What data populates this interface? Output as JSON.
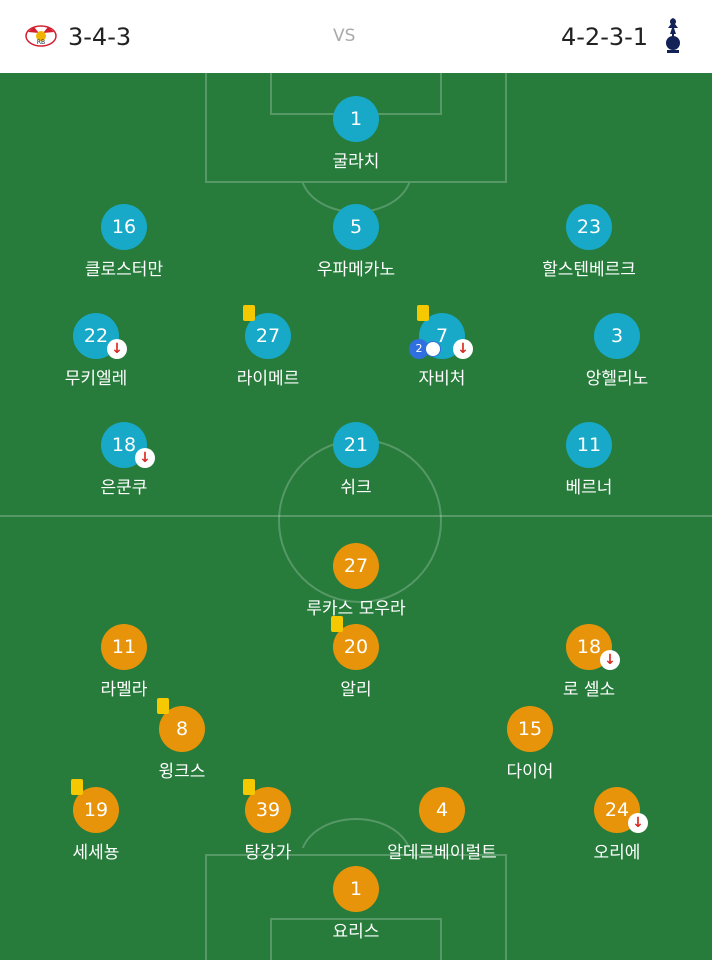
{
  "header": {
    "home_formation": "3-4-3",
    "vs": "VS",
    "away_formation": "4-2-3-1",
    "home_logo": "rb-leipzig-logo",
    "away_logo": "tottenham-cockerel-logo"
  },
  "colors": {
    "pitch": "#277c3c",
    "home": "#17a9c7",
    "away": "#e8940a",
    "yellow_card": "#f5c800",
    "sub_arrow": "#d9281e"
  },
  "home_players": [
    {
      "number": "1",
      "name": "굴라치",
      "yellow": false,
      "sub": false,
      "goals": ""
    },
    {
      "number": "16",
      "name": "클로스터만",
      "yellow": false,
      "sub": false,
      "goals": ""
    },
    {
      "number": "5",
      "name": "우파메카노",
      "yellow": false,
      "sub": false,
      "goals": ""
    },
    {
      "number": "23",
      "name": "할스텐베르크",
      "yellow": false,
      "sub": false,
      "goals": ""
    },
    {
      "number": "22",
      "name": "무키엘레",
      "yellow": false,
      "sub": true,
      "goals": ""
    },
    {
      "number": "27",
      "name": "라이메르",
      "yellow": true,
      "sub": false,
      "goals": ""
    },
    {
      "number": "7",
      "name": "자비처",
      "yellow": true,
      "sub": true,
      "goals": "2"
    },
    {
      "number": "3",
      "name": "앙헬리노",
      "yellow": false,
      "sub": false,
      "goals": ""
    },
    {
      "number": "18",
      "name": "은쿤쿠",
      "yellow": false,
      "sub": true,
      "goals": ""
    },
    {
      "number": "21",
      "name": "쉬크",
      "yellow": false,
      "sub": false,
      "goals": ""
    },
    {
      "number": "11",
      "name": "베르너",
      "yellow": false,
      "sub": false,
      "goals": ""
    }
  ],
  "away_players": [
    {
      "number": "27",
      "name": "루카스 모우라",
      "yellow": false,
      "sub": false,
      "goals": ""
    },
    {
      "number": "11",
      "name": "라멜라",
      "yellow": false,
      "sub": false,
      "goals": ""
    },
    {
      "number": "20",
      "name": "알리",
      "yellow": true,
      "sub": false,
      "goals": ""
    },
    {
      "number": "18",
      "name": "로 셀소",
      "yellow": false,
      "sub": true,
      "goals": ""
    },
    {
      "number": "8",
      "name": "윙크스",
      "yellow": true,
      "sub": false,
      "goals": ""
    },
    {
      "number": "15",
      "name": "다이어",
      "yellow": false,
      "sub": false,
      "goals": ""
    },
    {
      "number": "19",
      "name": "세세뇽",
      "yellow": true,
      "sub": false,
      "goals": ""
    },
    {
      "number": "39",
      "name": "탕강가",
      "yellow": true,
      "sub": false,
      "goals": ""
    },
    {
      "number": "4",
      "name": "알데르베이럴트",
      "yellow": false,
      "sub": false,
      "goals": ""
    },
    {
      "number": "24",
      "name": "오리에",
      "yellow": false,
      "sub": true,
      "goals": ""
    },
    {
      "number": "1",
      "name": "요리스",
      "yellow": false,
      "sub": false,
      "goals": ""
    }
  ],
  "sub_arrow_glyph": "↓"
}
